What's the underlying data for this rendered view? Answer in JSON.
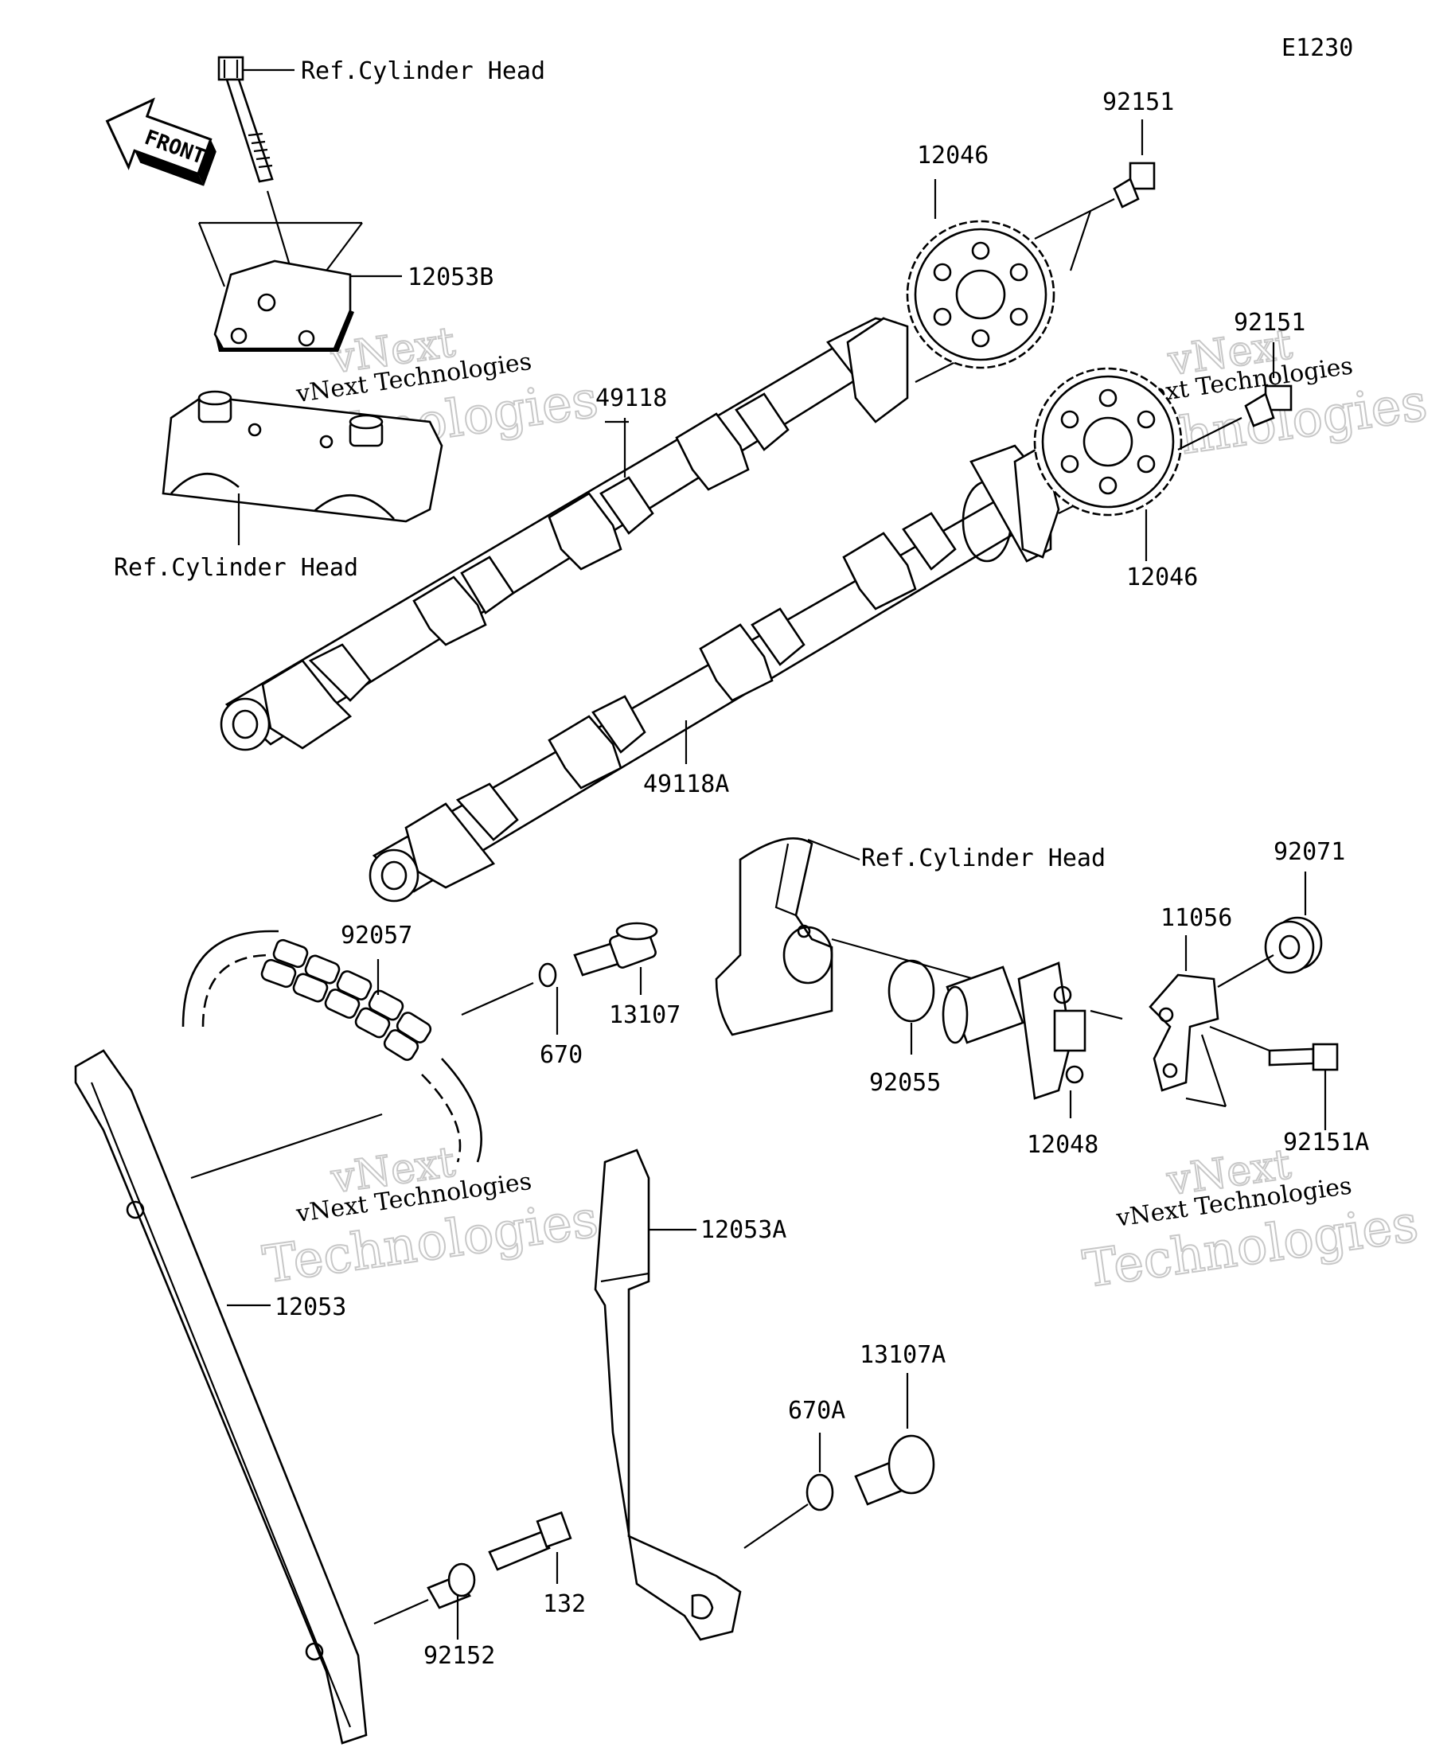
{
  "diagram_code": "E1230",
  "labels": {
    "ref_head_top": "Ref.Cylinder Head",
    "ref_head_left": "Ref.Cylinder Head",
    "ref_head_right": "Ref.Cylinder Head",
    "p12053B": "12053B",
    "p49118": "49118",
    "p49118A": "49118A",
    "p12046_top": "12046",
    "p12046_bottom": "12046",
    "p92151_top": "92151",
    "p92151_mid": "92151",
    "p92151A": "92151A",
    "p92057": "92057",
    "p670": "670",
    "p13107": "13107",
    "p92055": "92055",
    "p12048": "12048",
    "p11056": "11056",
    "p92071": "92071",
    "p12053A": "12053A",
    "p12053": "12053",
    "p13107A": "13107A",
    "p670A": "670A",
    "p132": "132",
    "p92152": "92152"
  },
  "front_arrow": "FRONT",
  "watermarks": {
    "brand": "vNext",
    "company": "vNext Technologies",
    "word": "Technologies"
  }
}
